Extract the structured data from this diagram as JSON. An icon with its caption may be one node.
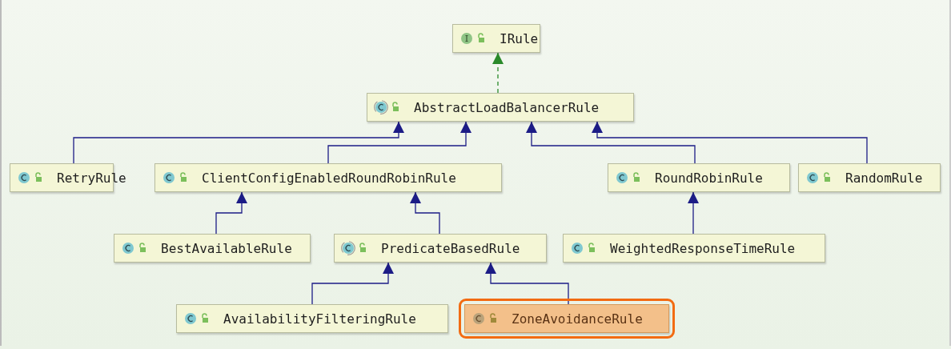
{
  "diagram": {
    "nodes": [
      {
        "text": [
          "IRule"
        ]
      },
      {
        "text": [
          "AbstractLoadBalancerRule"
        ]
      },
      {
        "text": [
          "RetryRule"
        ]
      },
      {
        "text": [
          "ClientConfigEnabledRoundRobinRule"
        ]
      },
      {
        "text": [
          "RoundRobinRule"
        ]
      },
      {
        "text": [
          "RandomRule"
        ]
      },
      {
        "text": [
          "BestAvailableRule"
        ]
      },
      {
        "text": [
          "PredicateBasedRule"
        ]
      },
      {
        "text": [
          "WeightedResponseTimeRule"
        ]
      },
      {
        "text": [
          "AvailabilityFilteringRule"
        ]
      },
      {
        "text": [
          "ZoneAvoidanceRule"
        ]
      }
    ],
    "edges": [
      {
        "from": 1,
        "to": 0,
        "arrow": "to",
        "style": "dashed",
        "color": "#2a8a2a"
      },
      {
        "from": 2,
        "to": 1,
        "arrow": "to"
      },
      {
        "from": 3,
        "to": 1,
        "arrow": "to"
      },
      {
        "from": 4,
        "to": 1,
        "arrow": "to"
      },
      {
        "from": 5,
        "to": 1,
        "arrow": "to"
      },
      {
        "from": 6,
        "to": 3,
        "arrow": "to"
      },
      {
        "from": 7,
        "to": 3,
        "arrow": "to"
      },
      {
        "from": 8,
        "to": 4,
        "arrow": "to"
      },
      {
        "from": 9,
        "to": 7,
        "arrow": "to"
      },
      {
        "from": 10,
        "to": 7,
        "arrow": "to"
      }
    ]
  }
}
